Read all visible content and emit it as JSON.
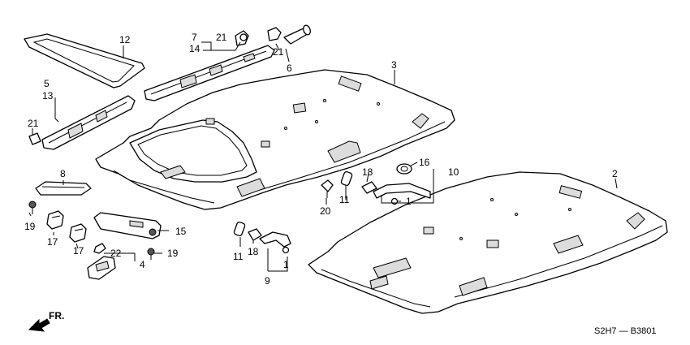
{
  "callouts": {
    "c12": "12",
    "c7": "7",
    "c14": "14",
    "c21a": "21",
    "c21b": "21",
    "c21c": "21",
    "c6": "6",
    "c3": "3",
    "c5": "5",
    "c13": "13",
    "c8": "8",
    "c19a": "19",
    "c19b": "19",
    "c17a": "17",
    "c17b": "17",
    "c15": "15",
    "c22": "22",
    "c4": "4",
    "c16": "16",
    "c10": "10",
    "c18a": "18",
    "c18b": "18",
    "c11a": "11",
    "c11b": "11",
    "c1a": "1",
    "c1b": "1",
    "c20": "20",
    "c9": "9",
    "c2": "2"
  },
  "direction_label": "FR.",
  "drawing_code": "S2H7 — B3801"
}
